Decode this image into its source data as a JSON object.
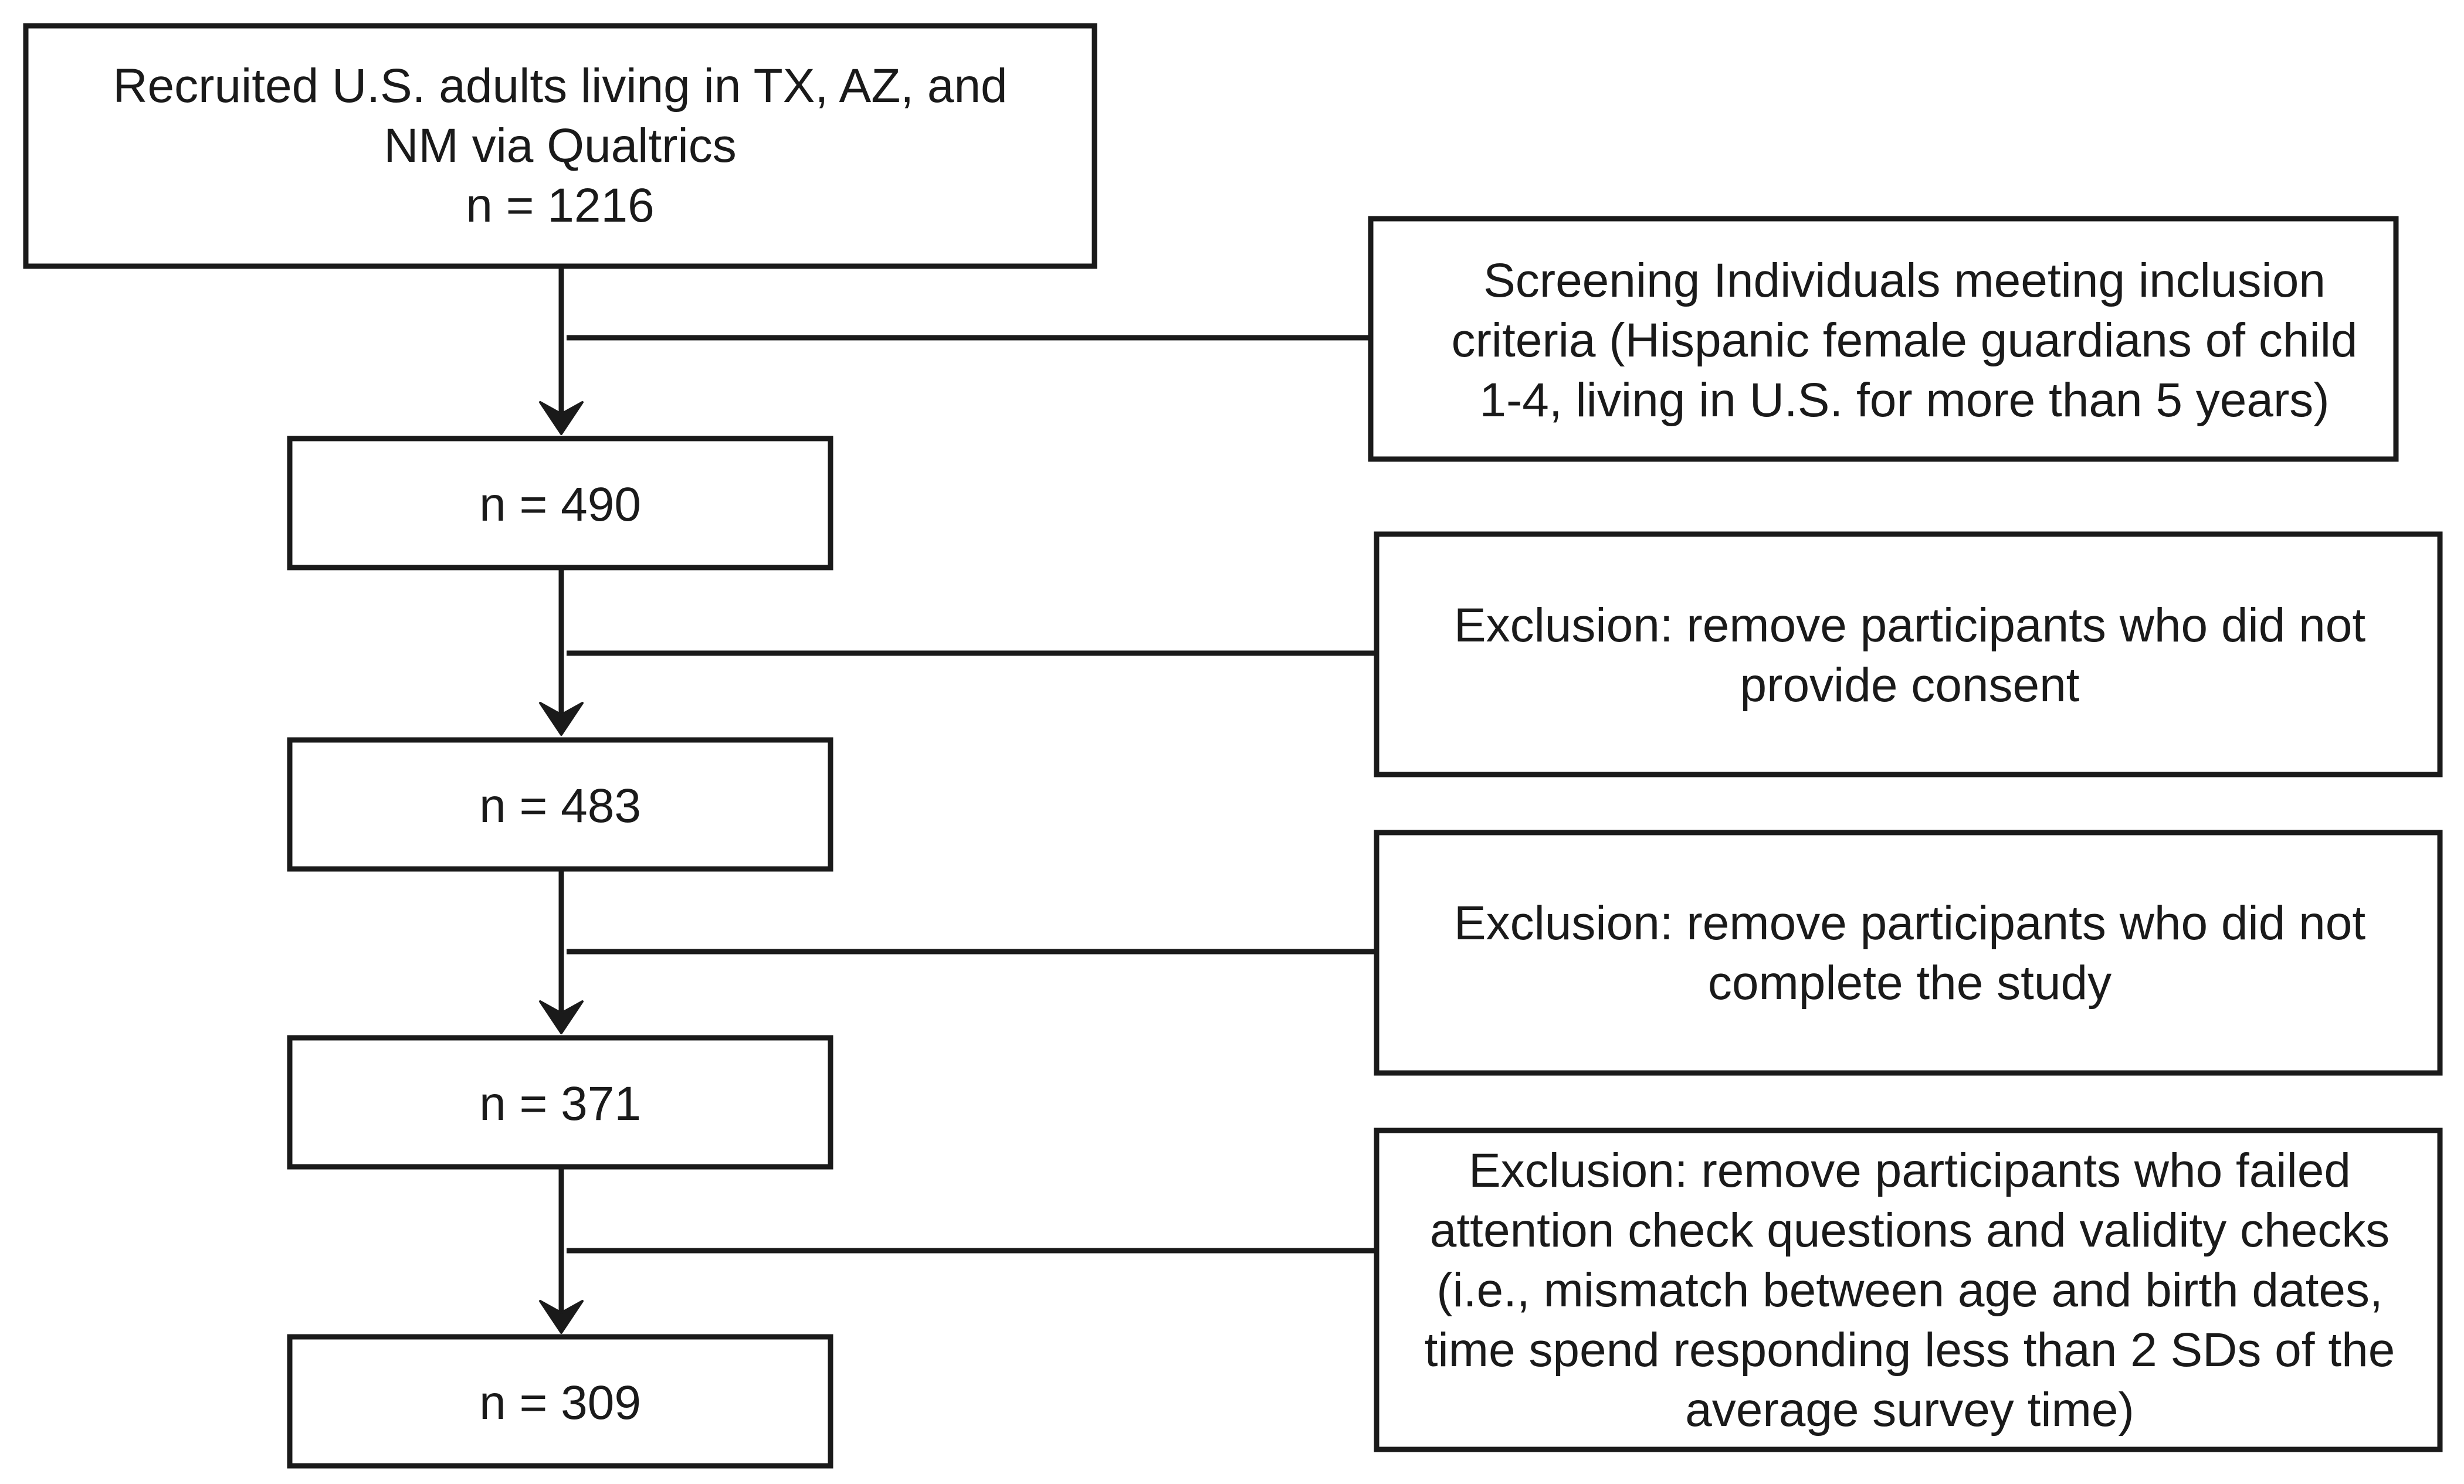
{
  "flowchart": {
    "main_steps": [
      {
        "lines": [
          "Recruited U.S. adults living in TX, AZ, and",
          "NM via Qualtrics",
          "n = 1216"
        ]
      },
      {
        "lines": [
          "n = 490"
        ]
      },
      {
        "lines": [
          "n = 483"
        ]
      },
      {
        "lines": [
          "n = 371"
        ]
      },
      {
        "lines": [
          "n = 309"
        ]
      }
    ],
    "side_notes": [
      {
        "lines": [
          "Screening Individuals meeting inclusion",
          "criteria (Hispanic female guardians of child",
          "1-4, living in U.S. for more than 5 years)"
        ]
      },
      {
        "lines": [
          "Exclusion: remove participants who did not",
          "provide consent"
        ]
      },
      {
        "lines": [
          "Exclusion: remove participants who did not",
          "complete the study"
        ]
      },
      {
        "lines": [
          "Exclusion: remove participants who failed",
          "attention check questions and validity checks",
          "(i.e., mismatch between age and birth dates,",
          "time spend responding less than 2 SDs of the",
          "average survey time)"
        ]
      }
    ]
  }
}
